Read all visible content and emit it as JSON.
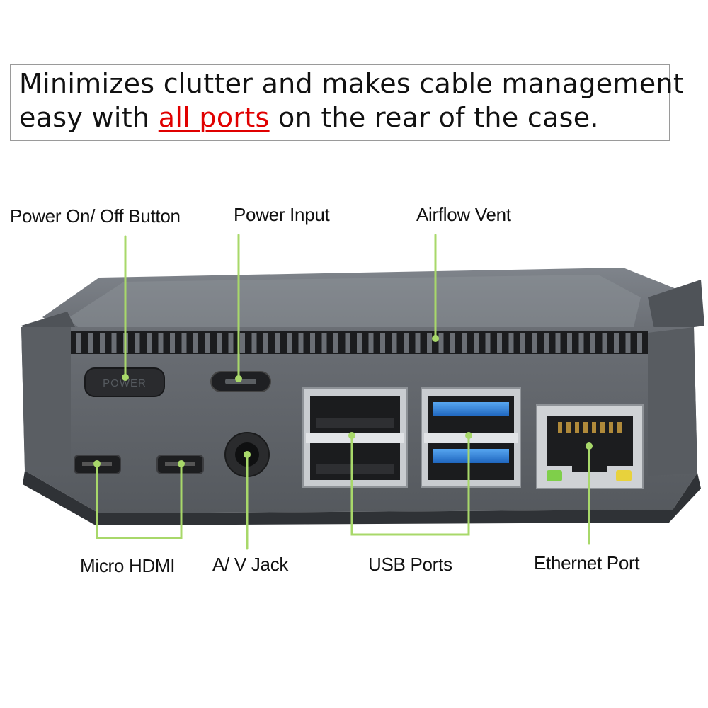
{
  "headline": {
    "line1": "Minimizes clutter and makes cable management",
    "line2_before": "easy with",
    "line2_link": "all ports",
    "line2_after": "on the rear of the case."
  },
  "labels": {
    "power_button": "Power On/ Off Button",
    "power_input": "Power Input",
    "airflow_vent": "Airflow Vent",
    "micro_hdmi": "Micro HDMI",
    "av_jack": "A/ V Jack",
    "usb_ports": "USB Ports",
    "ethernet_port": "Ethernet Port"
  },
  "device": {
    "power_button_text": "POWER"
  },
  "colors": {
    "callout_line": "#a8d86a",
    "case_body": "#5f6368",
    "usb3_blue": "#2f7fd6",
    "link_red": "#e00000"
  }
}
